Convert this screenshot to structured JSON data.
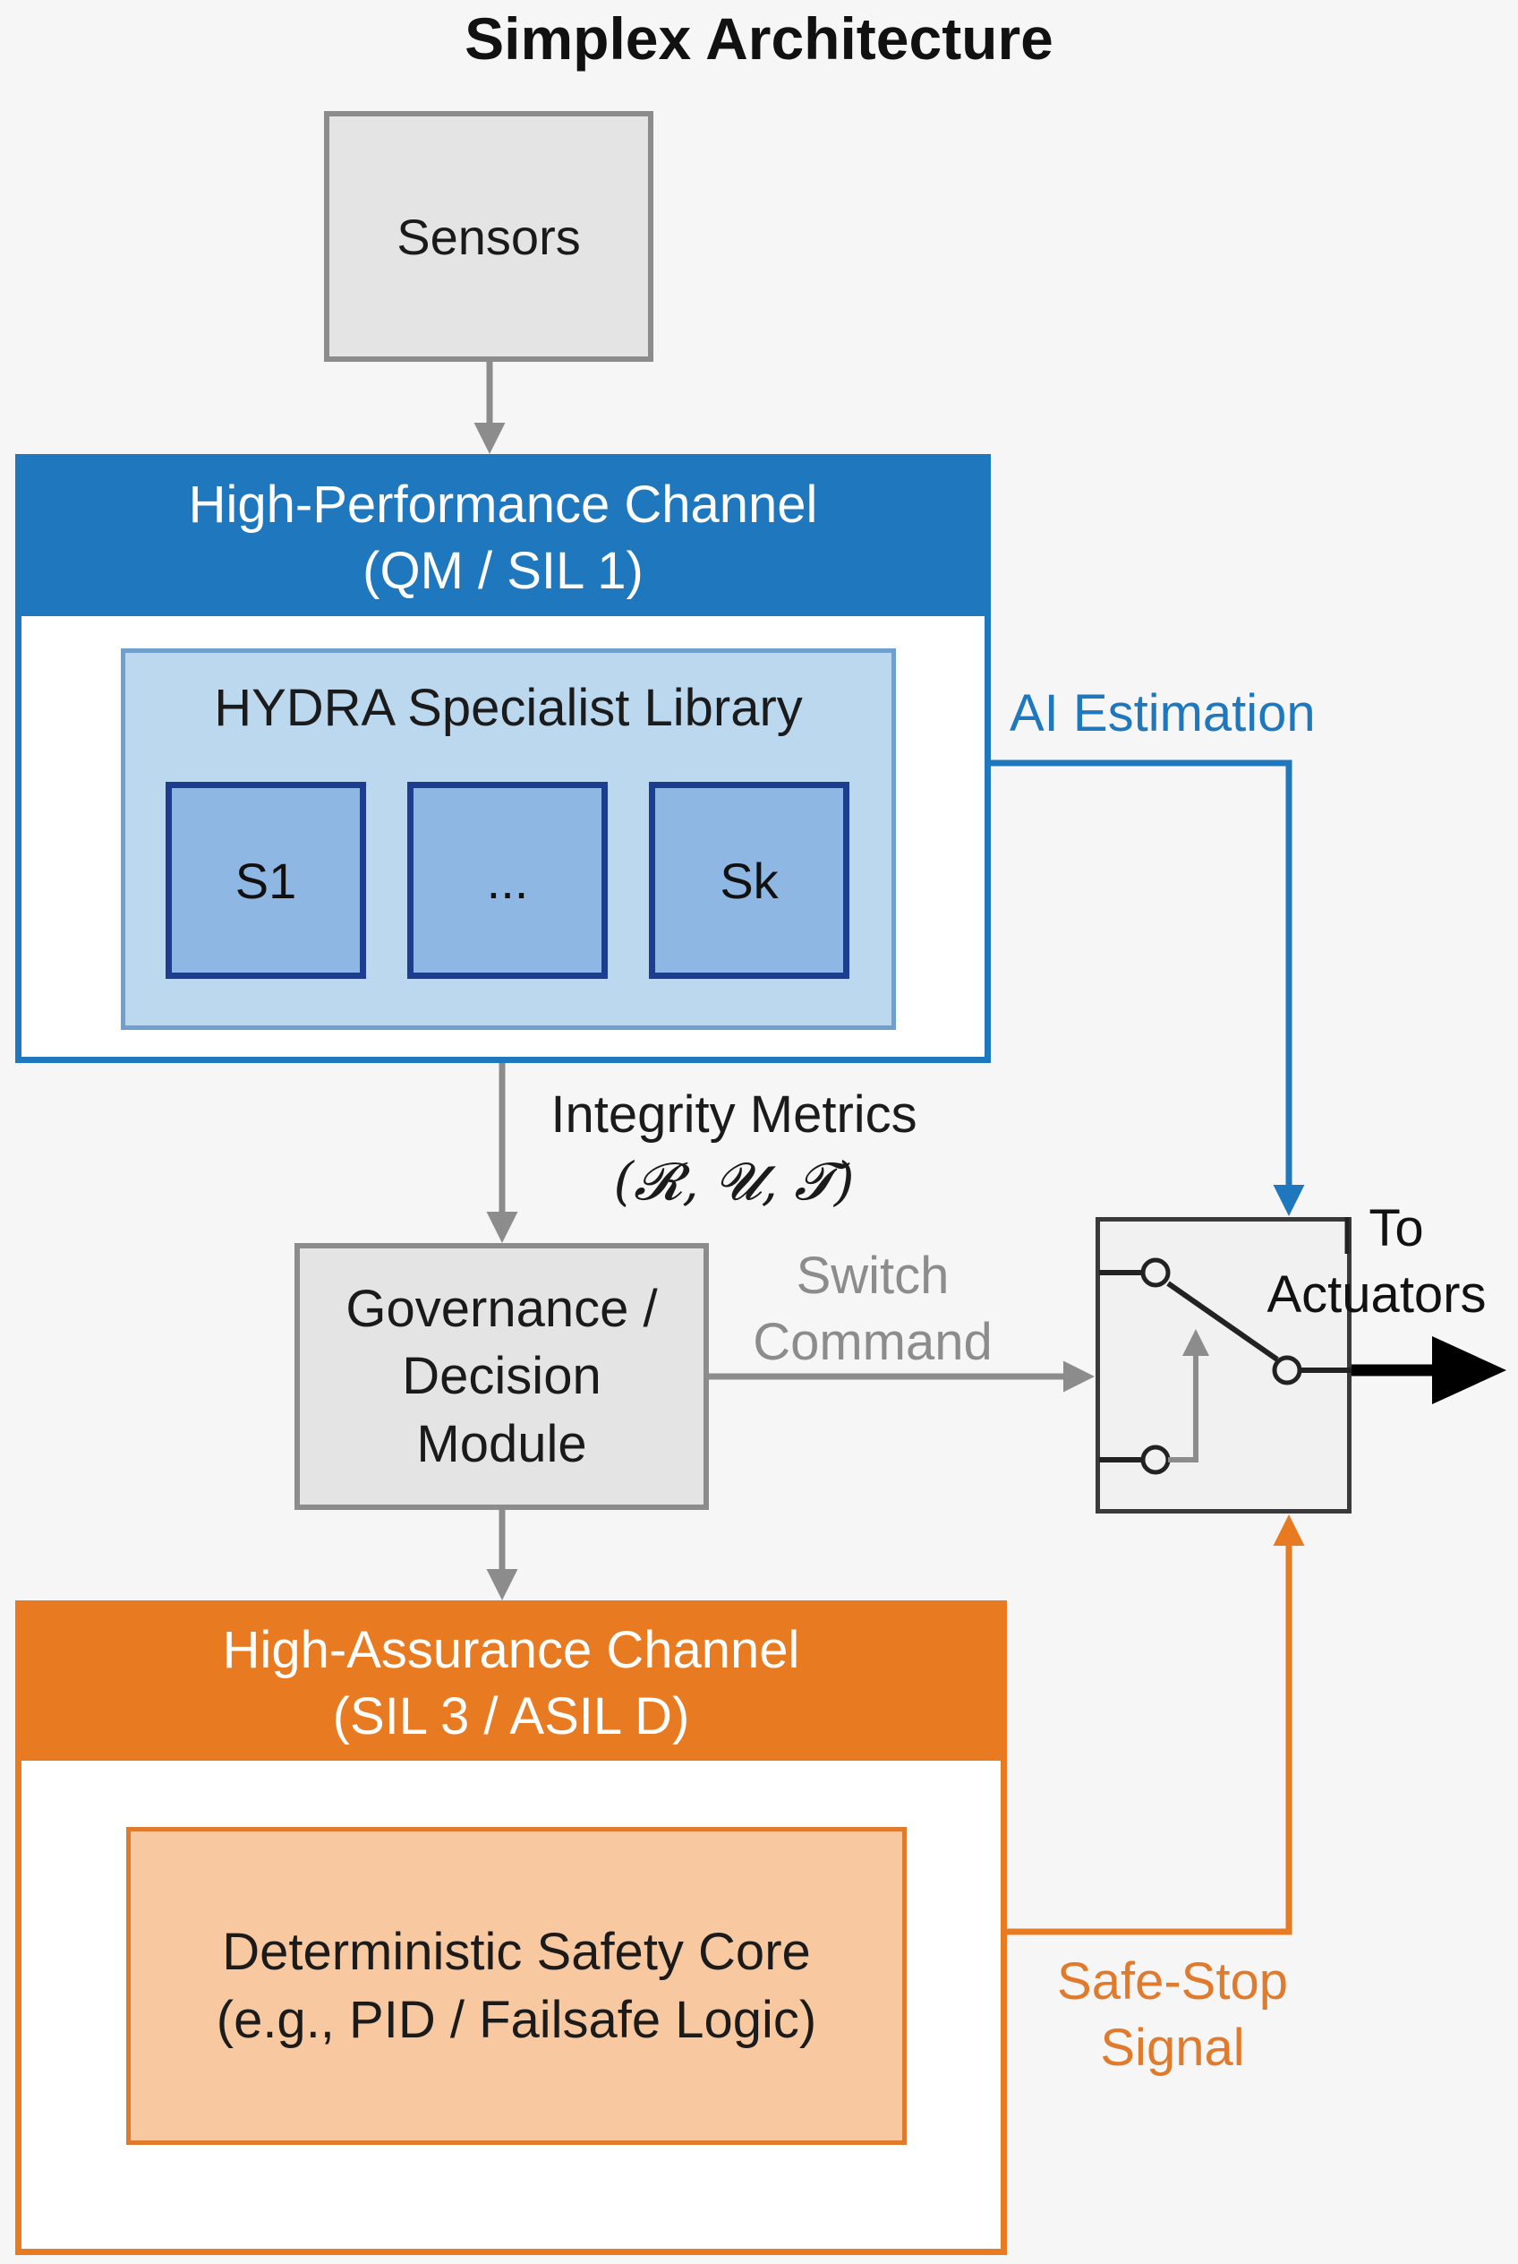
{
  "title": "Simplex Architecture",
  "sensors": {
    "label": "Sensors"
  },
  "high_performance_channel": {
    "title": "High-Performance Channel",
    "subtitle": "(QM / SIL 1)",
    "library": {
      "title": "HYDRA Specialist Library",
      "specialists": [
        "S1",
        "...",
        "Sk"
      ]
    }
  },
  "labels": {
    "ai_estimation": "AI Estimation",
    "integrity_metrics": "Integrity Metrics",
    "integrity_symbols": "(𝓡, 𝓤, 𝓣)",
    "switch_command_line1": "Switch",
    "switch_command_line2": "Command",
    "to_actuators_line1": "To",
    "to_actuators_line2": "Actuators",
    "safe_stop_line1": "Safe-Stop",
    "safe_stop_line2": "Signal"
  },
  "decision_module": {
    "line1": "Governance /",
    "line2": "Decision",
    "line3": "Module"
  },
  "high_assurance_channel": {
    "title": "High-Assurance Channel",
    "subtitle": "(SIL 3 / ASIL D)",
    "core": {
      "line1": "Deterministic Safety Core",
      "line2": "(e.g., PID / Failsafe Logic)"
    }
  },
  "colors": {
    "hp_blue": "#1f78bd",
    "ha_orange": "#e87b22",
    "grey_arrow": "#8c8c8c",
    "output_arrow": "#000000"
  }
}
